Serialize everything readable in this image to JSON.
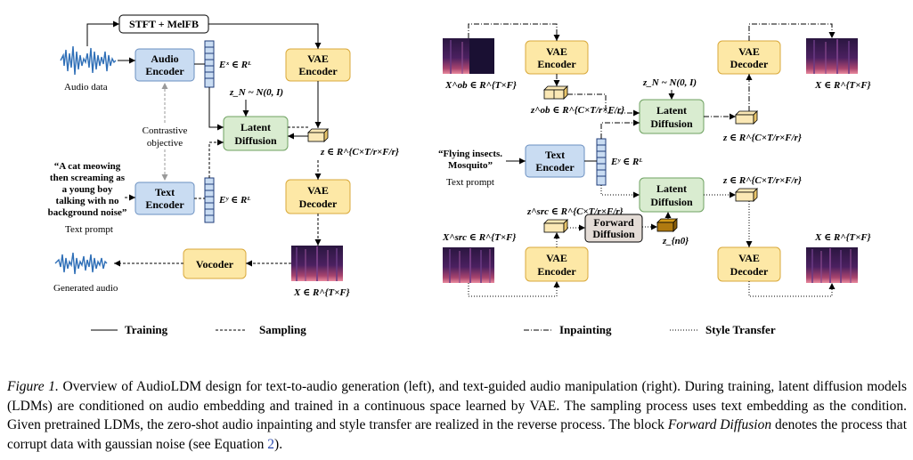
{
  "left": {
    "stft_label": "STFT + MelFB",
    "audio_encoder": [
      "Audio",
      "Encoder"
    ],
    "text_encoder": [
      "Text",
      "Encoder"
    ],
    "latent_diffusion": [
      "Latent",
      "Diffusion"
    ],
    "vae_encoder": [
      "VAE",
      "Encoder"
    ],
    "vae_decoder": [
      "VAE",
      "Decoder"
    ],
    "vocoder": "Vocoder",
    "audio_data": "Audio data",
    "contrastive": [
      "Contrastive",
      "objective"
    ],
    "prompt_quote": [
      "“A cat meowing",
      "then screaming as",
      "a young boy",
      "talking with no",
      "background noise”"
    ],
    "text_prompt": "Text prompt",
    "generated_audio": "Generated audio",
    "ex_math": "Eˣ ∈ Rᴸ",
    "ey_math": "Eʸ ∈ Rᴸ",
    "zn_math": "z_N ~ N(0, I)",
    "z_math": "z ∈ R^{C×T/r×F/r}",
    "x_math": "X ∈ R^{T×F}"
  },
  "right": {
    "vae_encoder": [
      "VAE",
      "Encoder"
    ],
    "vae_decoder": [
      "VAE",
      "Decoder"
    ],
    "text_encoder": [
      "Text",
      "Encoder"
    ],
    "latent_diffusion": [
      "Latent",
      "Diffusion"
    ],
    "forward_diffusion": [
      "Forward",
      "Diffusion"
    ],
    "prompt_quote": [
      "“Flying insects.",
      "Mosquito”"
    ],
    "text_prompt": "Text prompt",
    "xob_math": "X^ob ∈ R^{T×F}",
    "zob_math": "z^ob ∈ R^{C×T/r×F/r}",
    "zn_math": "z_N ~ N(0, I)",
    "z_math": "z ∈ R^{C×T/r×F/r}",
    "ey_math": "Eʸ ∈ Rᴸ",
    "zsrc_math": "z^src ∈ R^{C×T/r×F/r}",
    "zn0_math": "z_{n0}",
    "xsrc_math": "X^src ∈ R^{T×F}",
    "x_math": "X ∈ R^{T×F}"
  },
  "legend": {
    "training": "Training",
    "sampling": "Sampling",
    "inpainting": "Inpainting",
    "style_transfer": "Style Transfer"
  },
  "caption": {
    "label": "Figure 1.",
    "part1": " Overview of AudioLDM design for text-to-audio generation (left), and text-guided audio manipulation (right). During training, latent diffusion models (LDMs) are conditioned on audio embedding and trained in a continuous space learned by VAE. The sampling process uses text embedding as the condition. Given pretrained LDMs, the zero-shot audio inpainting and style transfer are realized in the reverse process. The block ",
    "forward_diffusion": "Forward Diffusion",
    "part2": " denotes the process that corrupt data with gaussian noise (see Equation ",
    "equation": "2",
    "part3": ")."
  },
  "colors": {
    "encoder_blue": "#c9dcf2",
    "encoder_blue_stroke": "#6a8fc0",
    "vae_yellow": "#fde8a6",
    "vae_yellow_stroke": "#d9a93c",
    "diffusion_green": "#d9ecd0",
    "diffusion_green_stroke": "#6fa262",
    "forward_gray": "#e4dcd6",
    "waveform_blue": "#2f6fb7",
    "latent_fill": "#fbe8b5",
    "latent_dark": "#b07a10",
    "spectrogram_dark": "#1a1033",
    "spectrogram_bright": "#e98a9e"
  }
}
